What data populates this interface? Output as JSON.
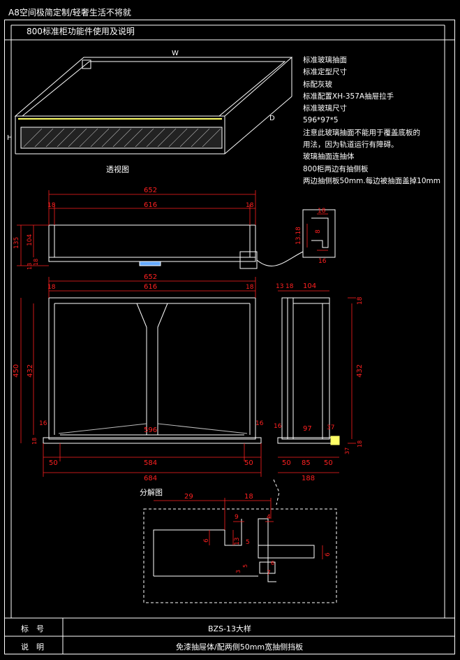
{
  "page_title": "A8空间极简定制/轻奢生活不将就",
  "section_title": "800标准柜功能件使用及说明",
  "perspective": {
    "label_w": "W",
    "label_d": "D",
    "label_h": "H",
    "caption": "透视图"
  },
  "notes": [
    "标准玻璃抽面",
    "标准定型尺寸",
    "标配灰玻",
    "标准配置XH-357A抽屉拉手",
    "标准玻璃尺寸",
    "596*97*5",
    "注意此玻璃抽面不能用于覆盖底板的",
    "用法，因为轨道运行有障碍。",
    "玻璃抽面连抽体",
    "800柜两边有抽侧板",
    "两边抽侧板50mm.每边被抽面盖掉10mm"
  ],
  "dims": {
    "top_total": "652",
    "top_inner": "616",
    "top_side_l": "18",
    "top_side_r": "18",
    "left_h1": "135",
    "left_h2": "104",
    "left_small1": "13",
    "left_small2": "18",
    "detail_18": "18",
    "detail_13_18": "13.18",
    "detail_8": "8",
    "detail_16": "16",
    "front_total": "652",
    "front_inner": "616",
    "front_side_l": "18",
    "front_side_r": "18",
    "front_h_total": "450",
    "front_h_inner": "432",
    "front_16_l": "16",
    "front_16_r": "16",
    "front_18_l": "18",
    "front_596": "596",
    "front_50_l": "50",
    "front_584": "584",
    "front_50_r": "50",
    "front_684": "684",
    "side_13": "13",
    "side_18": "18",
    "side_104": "104",
    "side_top_18": "18",
    "side_h_432": "432",
    "side_16": "16",
    "side_97": "97",
    "side_37a": "37",
    "side_37b": "37",
    "side_18b": "18",
    "side_50_l": "50",
    "side_85": "85",
    "side_50_r": "50",
    "side_188": "188",
    "explode_caption": "分解图",
    "ex_29": "29",
    "ex_18": "18",
    "ex_9": "9",
    "ex_4": "4",
    "ex_6a": "6",
    "ex_13": "13",
    "ex_5": "5",
    "ex_6b": "6",
    "ex_3": "3",
    "ex_5b": "5",
    "ex_7": "7",
    "ex_6c": "6"
  },
  "footer": {
    "label1": "标　号",
    "value1": "BZS-13大样",
    "label2": "说　明",
    "value2": "免漆抽屉体/配两侧50mm宽抽侧挡板"
  },
  "colors": {
    "background": "#000000",
    "lines": "#ffffff",
    "dimension": "#ff2020",
    "accent": "#ffff66"
  }
}
